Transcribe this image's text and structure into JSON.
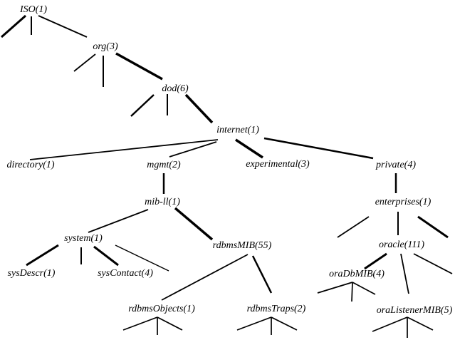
{
  "diagram": {
    "type": "tree",
    "colors": {
      "background": "#ffffff",
      "line": "#000000",
      "text": "#000000"
    },
    "nodes": {
      "iso": {
        "label": "ISO(1)"
      },
      "org": {
        "label": "org(3)"
      },
      "dod": {
        "label": "dod(6)"
      },
      "internet": {
        "label": "internet(1)"
      },
      "directory": {
        "label": "directory(1)"
      },
      "mgmt": {
        "label": "mgmt(2)"
      },
      "experimental": {
        "label": "experimental(3)"
      },
      "private": {
        "label": "private(4)"
      },
      "mib2": {
        "label": "mib-ll(1)"
      },
      "enterprises": {
        "label": "enterprises(1)"
      },
      "system": {
        "label": "system(1)"
      },
      "rdbmsMIB": {
        "label": "rdbmsMIB(55)"
      },
      "oracle": {
        "label": "oracle(111)"
      },
      "sysDescr": {
        "label": "sysDescr(1)"
      },
      "sysContact": {
        "label": "sysContact(4)"
      },
      "oraDbMIB": {
        "label": "oraDbMIB(4)"
      },
      "rdbmsObjects": {
        "label": "rdbmsObjects(1)"
      },
      "rdbmsTraps": {
        "label": "rdbmsTraps(2)"
      },
      "oraListenerMIB": {
        "label": "oraListenerMIB(5)"
      }
    },
    "edges": [
      {
        "from": "iso",
        "to": "org"
      },
      {
        "from": "org",
        "to": "dod"
      },
      {
        "from": "dod",
        "to": "internet"
      },
      {
        "from": "internet",
        "to": "directory"
      },
      {
        "from": "internet",
        "to": "mgmt"
      },
      {
        "from": "internet",
        "to": "experimental"
      },
      {
        "from": "internet",
        "to": "private"
      },
      {
        "from": "mgmt",
        "to": "mib2"
      },
      {
        "from": "mib2",
        "to": "system"
      },
      {
        "from": "mib2",
        "to": "rdbmsMIB"
      },
      {
        "from": "system",
        "to": "sysDescr"
      },
      {
        "from": "system",
        "to": "sysContact"
      },
      {
        "from": "rdbmsMIB",
        "to": "rdbmsObjects"
      },
      {
        "from": "rdbmsMIB",
        "to": "rdbmsTraps"
      },
      {
        "from": "private",
        "to": "enterprises"
      },
      {
        "from": "enterprises",
        "to": "oracle"
      },
      {
        "from": "oracle",
        "to": "oraDbMIB"
      },
      {
        "from": "oracle",
        "to": "oraListenerMIB"
      }
    ],
    "unlabeled_branch_counts": {
      "iso": 2,
      "org": 2,
      "dod": 2,
      "system": 2,
      "enterprises": 2,
      "oracle": 1,
      "rdbmsObjects": 3,
      "rdbmsTraps": 3,
      "oraDbMIB": 3,
      "oraListenerMIB": 3
    }
  }
}
